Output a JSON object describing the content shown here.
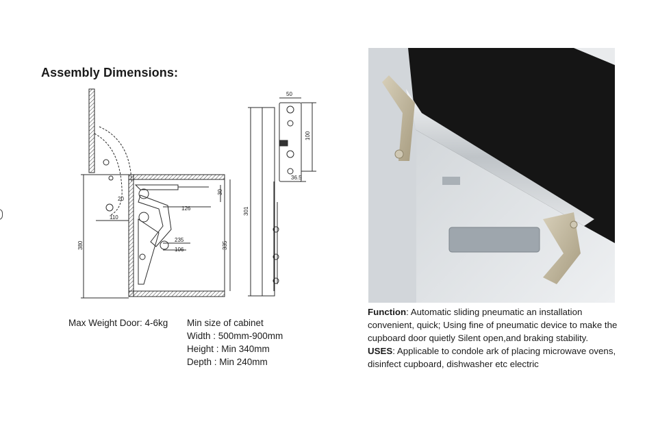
{
  "title": "Assembly Dimensions:",
  "drawing": {
    "dims": {
      "d50": "50",
      "d100": "100",
      "d36_5": "36.5",
      "d30": "30",
      "d20": "20",
      "d126": "126",
      "d110": "110",
      "d235": "235",
      "d106": "106",
      "d380": "380",
      "d335": "335",
      "d301": "301"
    }
  },
  "specs": {
    "max_weight": "Max Weight Door: 4-6kg",
    "lines": [
      "Min size of cabinet",
      "Width : 500mm-900mm",
      "Height : Min 340mm",
      "Depth : Min 240mm"
    ]
  },
  "description": {
    "function_label": "Function",
    "function_text": ": Automatic sliding pneumatic an installation convenient, quick; Using fine of pneumatic device to make the cupboard door quietly Silent open,and braking stability.",
    "uses_label": "USES",
    "uses_text": ": Applicable to condole ark of placing microwave ovens, disinfect cupboard, dishwasher etc electric"
  },
  "colors": {
    "text": "#1a1a1a",
    "line": "#2a2a2a",
    "door_panel": "#151515",
    "cabinet_wall": "#dfe3e6"
  }
}
